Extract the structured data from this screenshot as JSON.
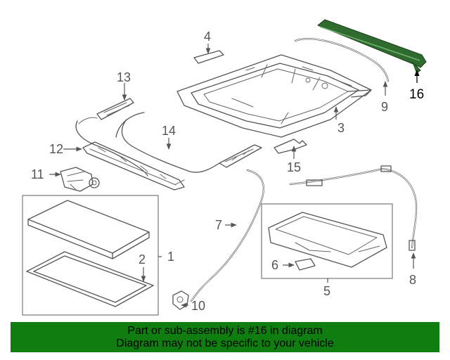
{
  "colors": {
    "banner_background": "#0f7d0f",
    "highlight_part": "#2f6b2f",
    "line_art": "#555555"
  },
  "callouts": {
    "c1": "1",
    "c2": "2",
    "c3": "3",
    "c4": "4",
    "c5": "5",
    "c6": "6",
    "c7": "7",
    "c8": "8",
    "c9": "9",
    "c10": "10",
    "c11": "11",
    "c12": "12",
    "c13": "13",
    "c14": "14",
    "c15": "15",
    "c16": "16"
  },
  "banner": {
    "line1": "Part or sub-assembly is #16 in diagram",
    "line2": "Diagram may not be specific to your vehicle"
  }
}
